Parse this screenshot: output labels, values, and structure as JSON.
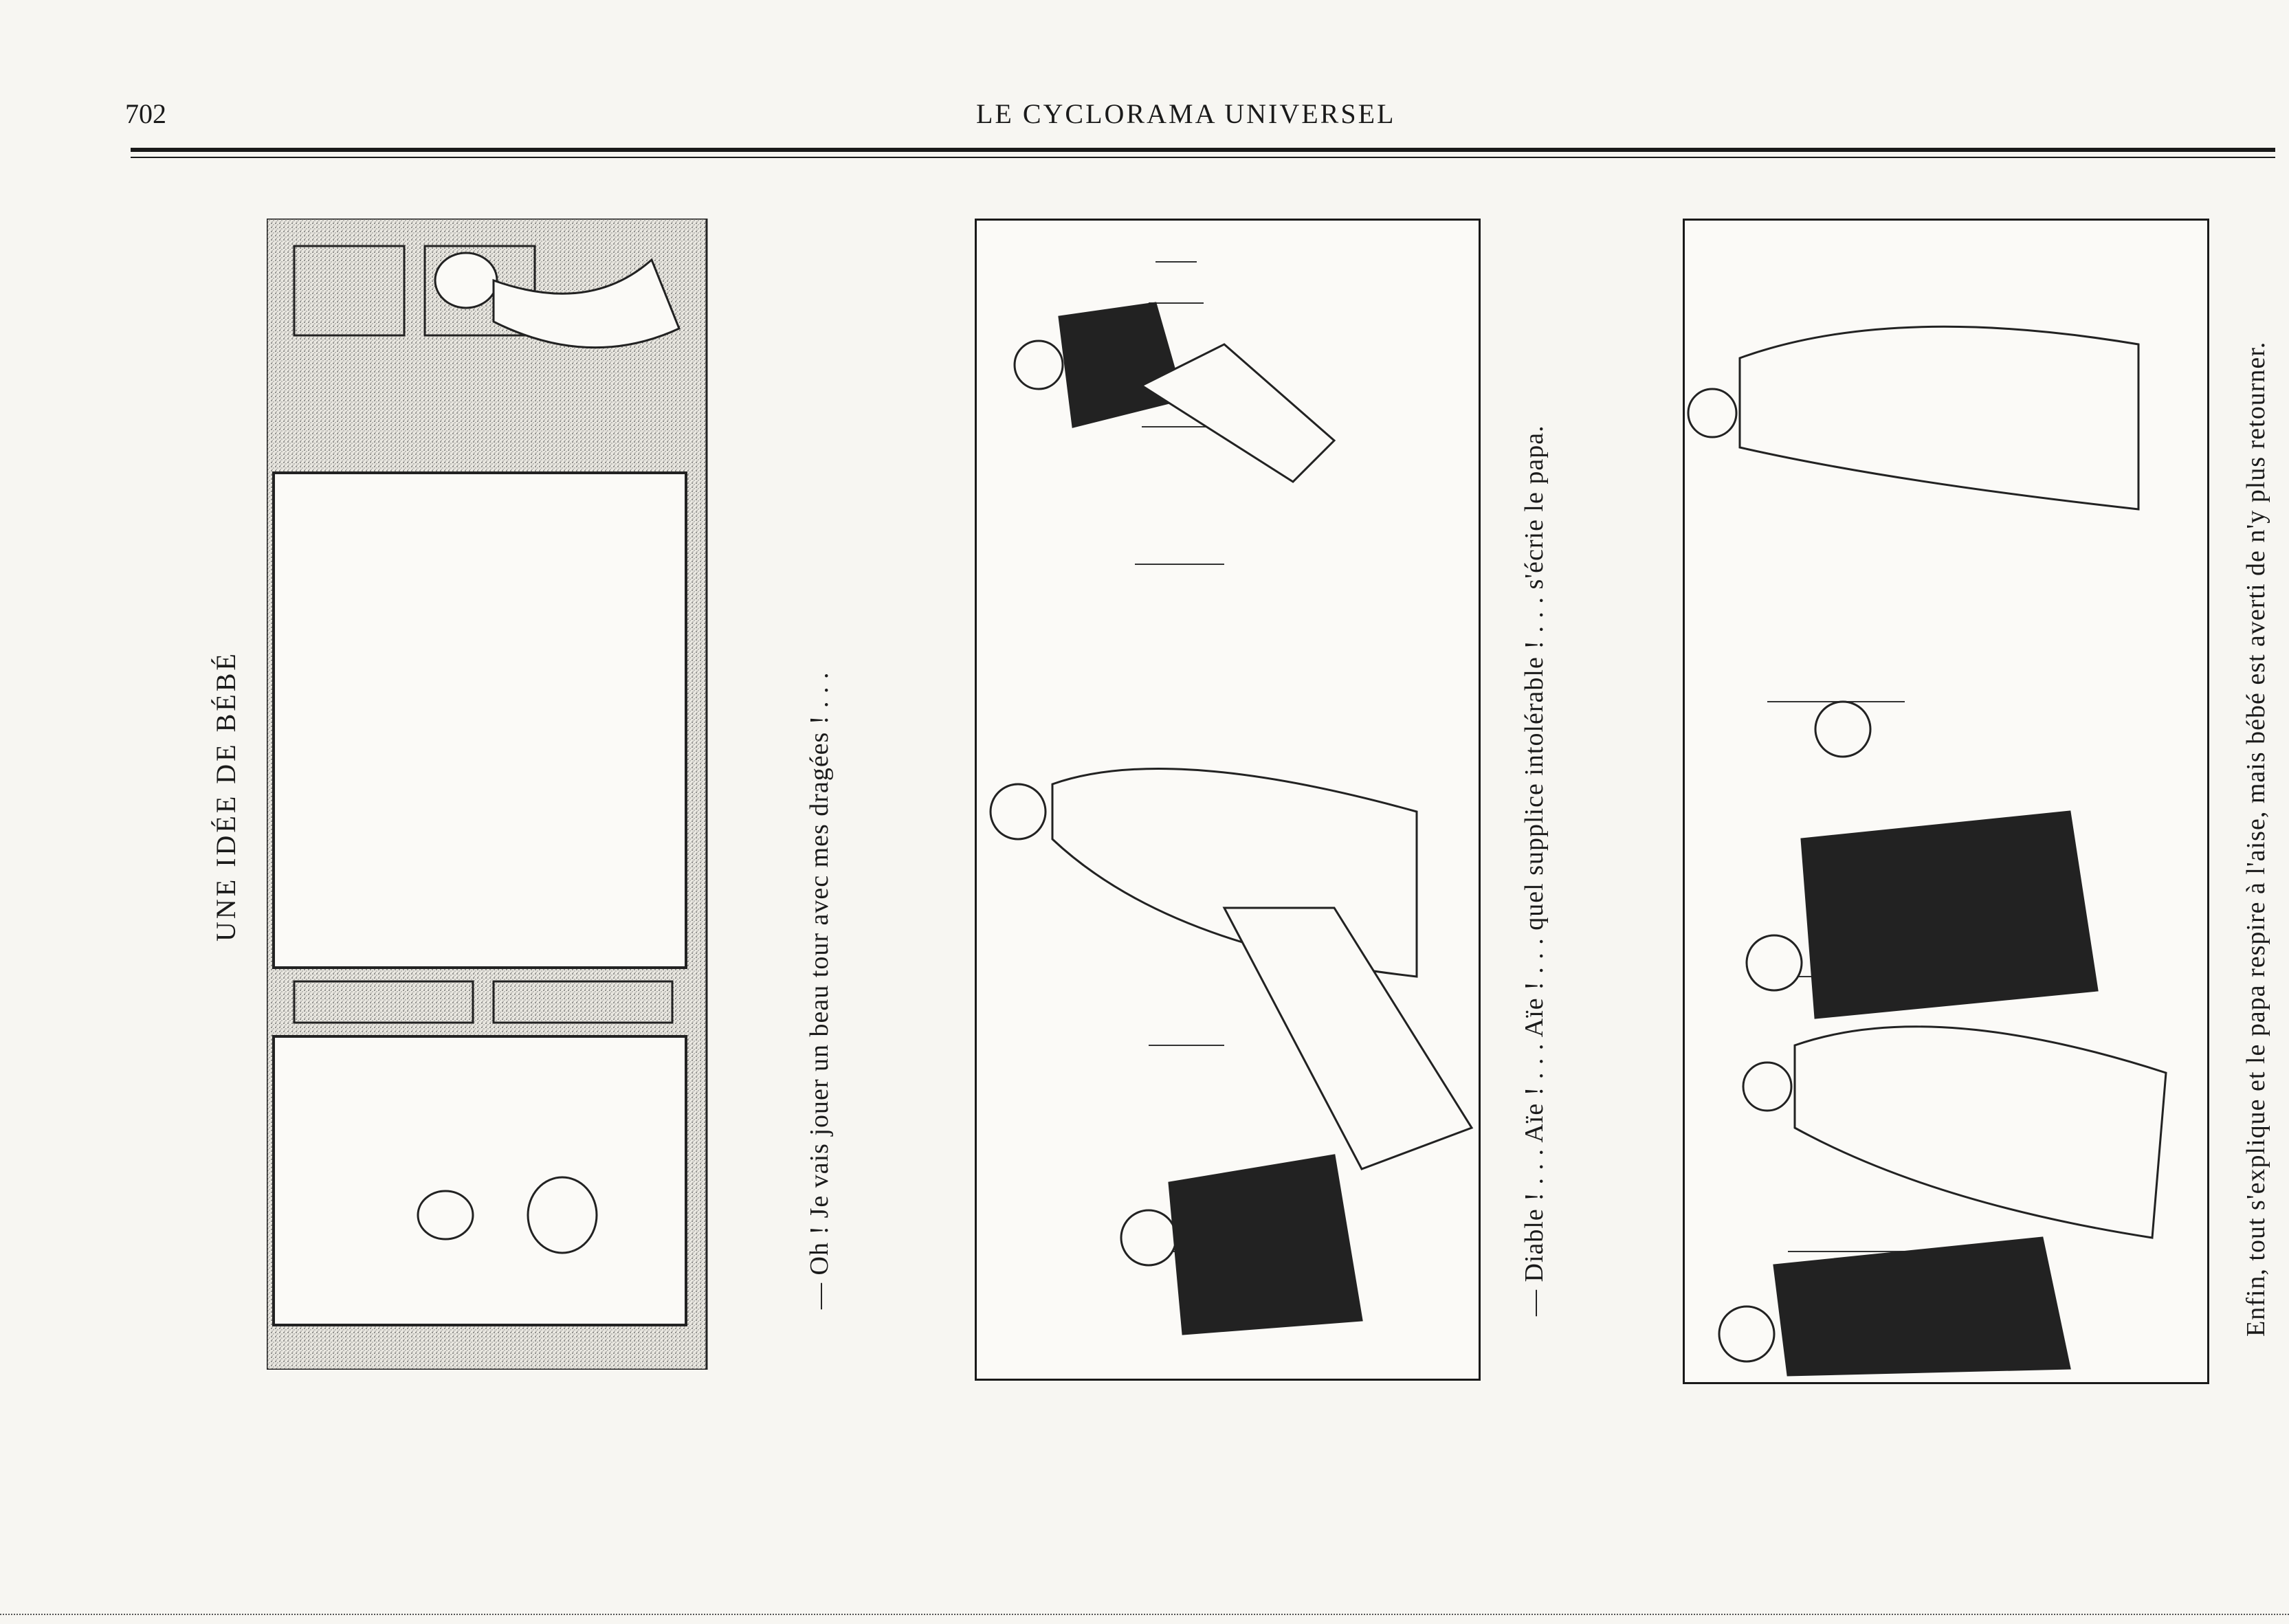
{
  "header": {
    "page_number": "702",
    "running_title": "LE CYCLORAMA UNIVERSEL"
  },
  "story": {
    "title": "UNE IDÉE DE BÉBÉ"
  },
  "panels": [
    {
      "caption": "— Oh ! Je vais jouer un beau tour avec mes dragées ! . . ."
    },
    {
      "caption": "— Diable ! . . . Aïe ! . . . Aïe ! . . . quel supplice intolérable ! . . . s'écrie le papa."
    },
    {
      "caption": "Enfin, tout s'explique et le papa respire à l'aise, mais bébé est averti de n'y plus retourner."
    }
  ]
}
